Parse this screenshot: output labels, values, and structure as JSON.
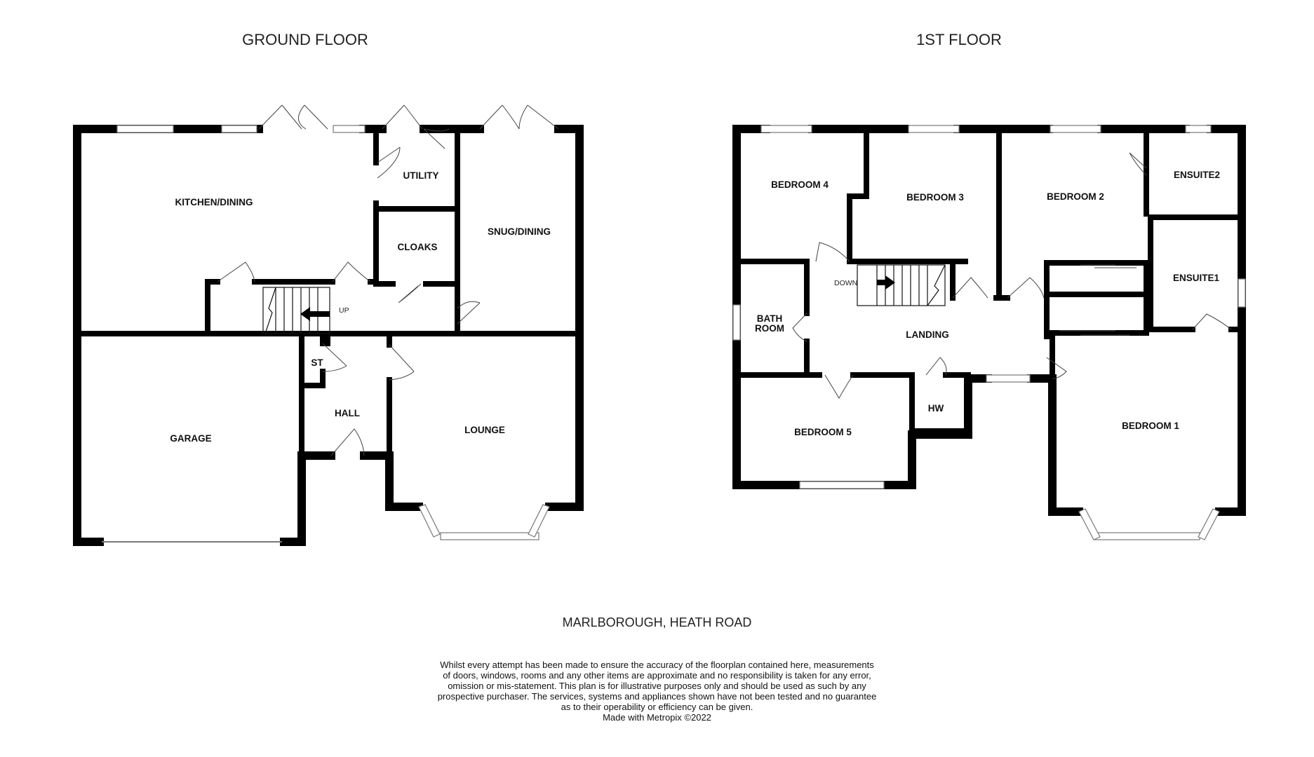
{
  "floors": [
    {
      "title": "GROUND FLOOR",
      "rooms": [
        "KITCHEN/DINING",
        "UTILITY",
        "CLOAKS",
        "SNUG/DINING",
        "ST",
        "HALL",
        "GARAGE",
        "LOUNGE"
      ],
      "stair_label": "UP"
    },
    {
      "title": "1ST FLOOR",
      "rooms": [
        "BEDROOM 4",
        "BEDROOM 3",
        "BEDROOM 2",
        "ENSUITE2",
        "ENSUITE1",
        "BATH",
        "ROOM",
        "LANDING",
        "HW",
        "BEDROOM 5",
        "BEDROOM 1"
      ],
      "stair_label": "DOWN"
    }
  ],
  "property_name": "MARLBOROUGH, HEATH ROAD",
  "disclaimer": [
    "Whilst every attempt has been made to ensure the accuracy of the floorplan contained here, measurements",
    "of doors, windows, rooms and any other items are approximate and no responsibility is taken for any error,",
    "omission or mis-statement. This plan is for illustrative purposes only and should be used as such by any",
    "prospective purchaser. The services, systems and appliances shown have not been tested and no guarantee",
    "as to their operability or efficiency can be given.",
    "Made with Metropix ©2022"
  ]
}
